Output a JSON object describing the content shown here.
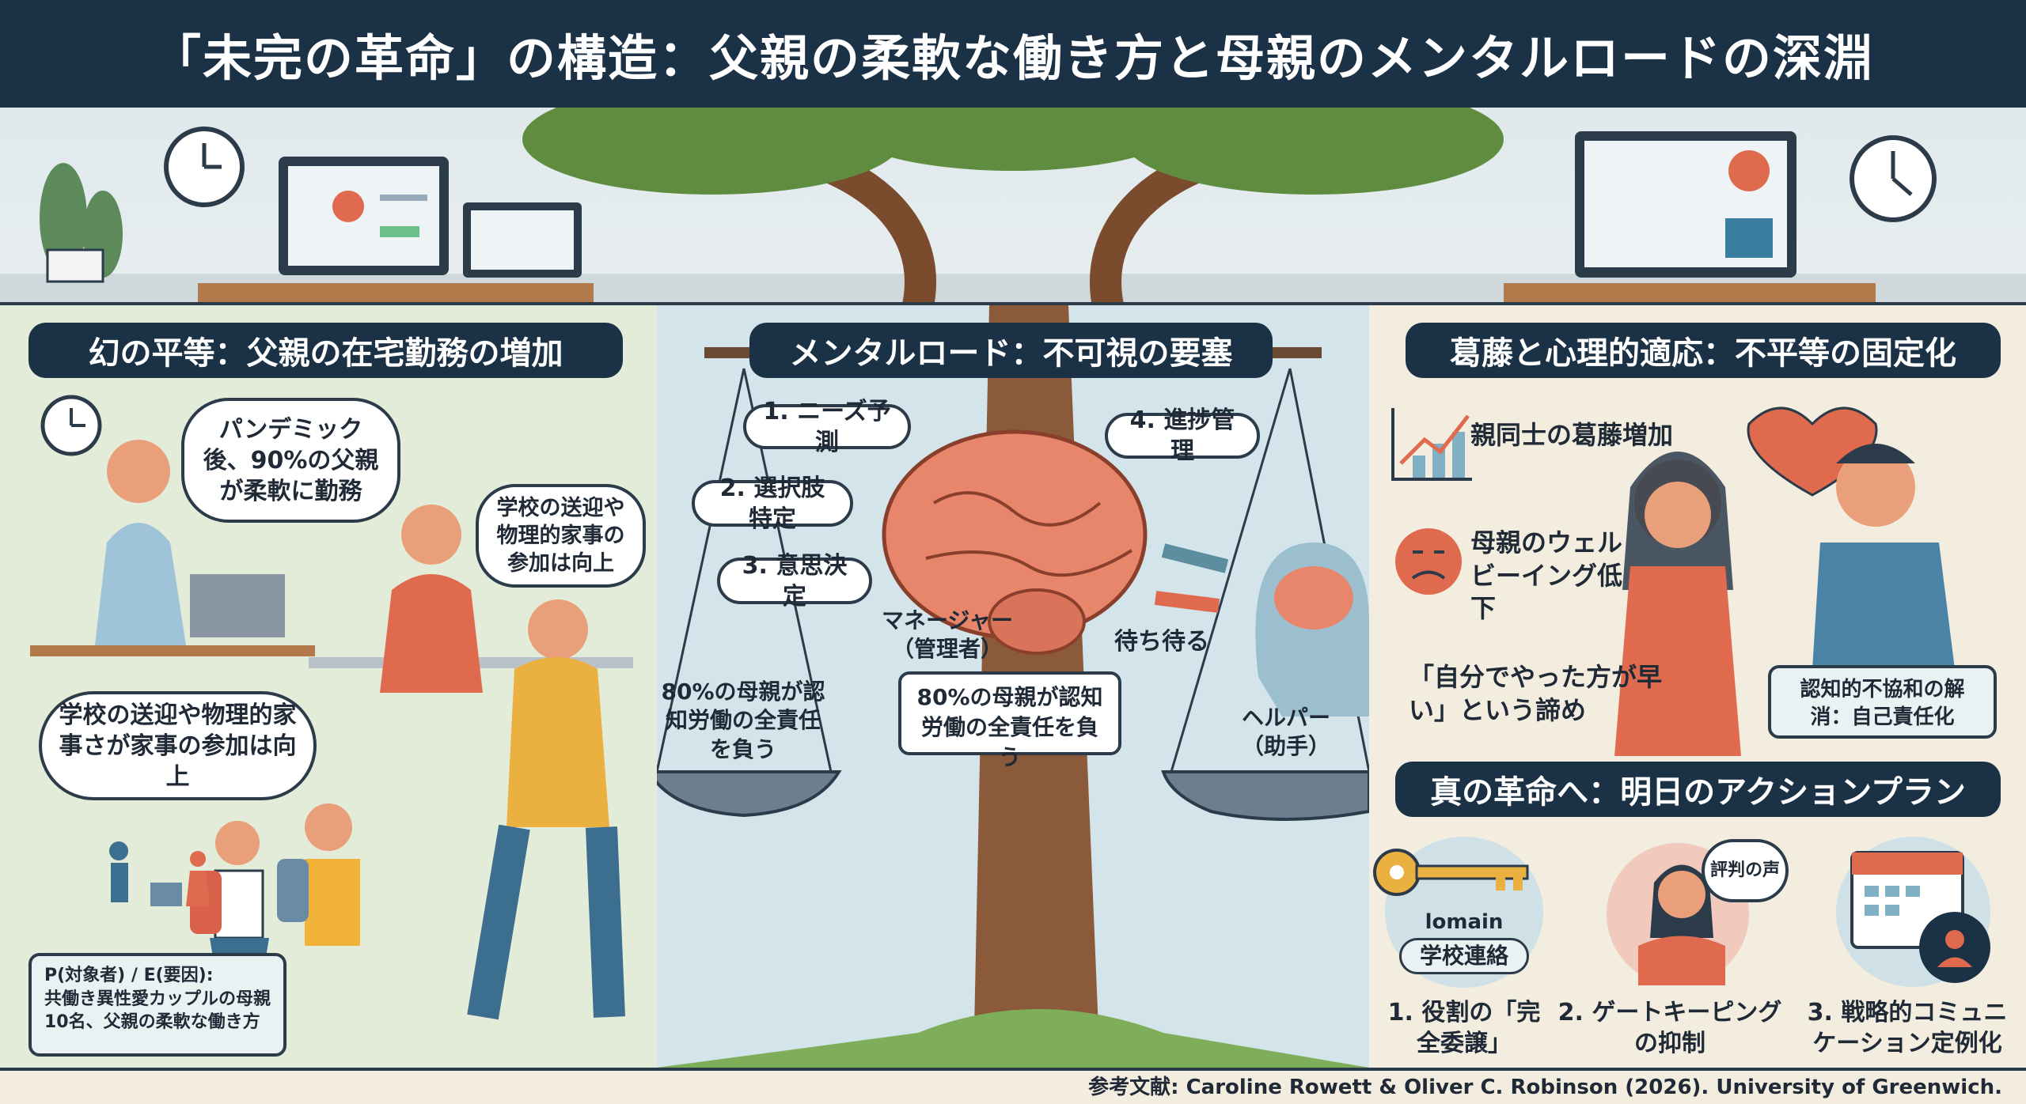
{
  "title": "「未完の革命」の構造：父親の柔軟な働き方と母親のメンタルロードの深淵",
  "left": {
    "header": "幻の平等：父親の在宅勤務の増加",
    "father_bubble": "パンデミック後、90%の父親が柔軟に勤務",
    "right_bubble": "学校の送迎や物理的家事の参加は向上",
    "thought_cloud": "学校の送迎や物理的家事さが家事の参加は向上",
    "pe_box": {
      "line1": "P(対象者) / E(要因):",
      "line2": "共働き異性愛カップルの母親",
      "line3": "10名、父親の柔軟な働き方"
    }
  },
  "middle": {
    "header": "メンタルロード：不可視の要塞",
    "steps": [
      "1. ニーズ予測",
      "2. 選択肢特定",
      "3. 意思決定",
      "4. 進捗管理"
    ],
    "manager_label": "マネージャー（管理者）",
    "waiting_label": "待ち待る",
    "helper_label": "ヘルパー（助手）",
    "left_pan_text": "80%の母親が認知労働の全責任を負う",
    "center_box": "80%の母親が認知労働の全責任を負う"
  },
  "right": {
    "header": "葛藤と心理的適応：不平等の固定化",
    "conflict": "親同士の葛藤増加",
    "wellbeing": "母親のウェルビーイング低下",
    "resignation": "「自分でやった方が早い」という諦め",
    "dissonance": "認知的不協和の解消：自己責任化"
  },
  "actions": {
    "header": "真の革命へ：明日のアクションプラン",
    "items": [
      {
        "label": "1. 役割の「完全委譲」",
        "icon_text": "lomain",
        "tag": "学校連絡"
      },
      {
        "label": "2. ゲートキーピングの抑制",
        "bubble": "評判の声"
      },
      {
        "label": "3. 戦略的コミュニケーション定例化"
      }
    ]
  },
  "citation": "参考文献: Caroline Rowett & Oliver C. Robinson (2026). University of Greenwich.",
  "colors": {
    "navy": "#1b3145",
    "accent_orange": "#e06a4e",
    "left_bg": "#e3ecd9",
    "mid_bg": "#d3e5ea",
    "right_bg": "#f3ede0"
  }
}
